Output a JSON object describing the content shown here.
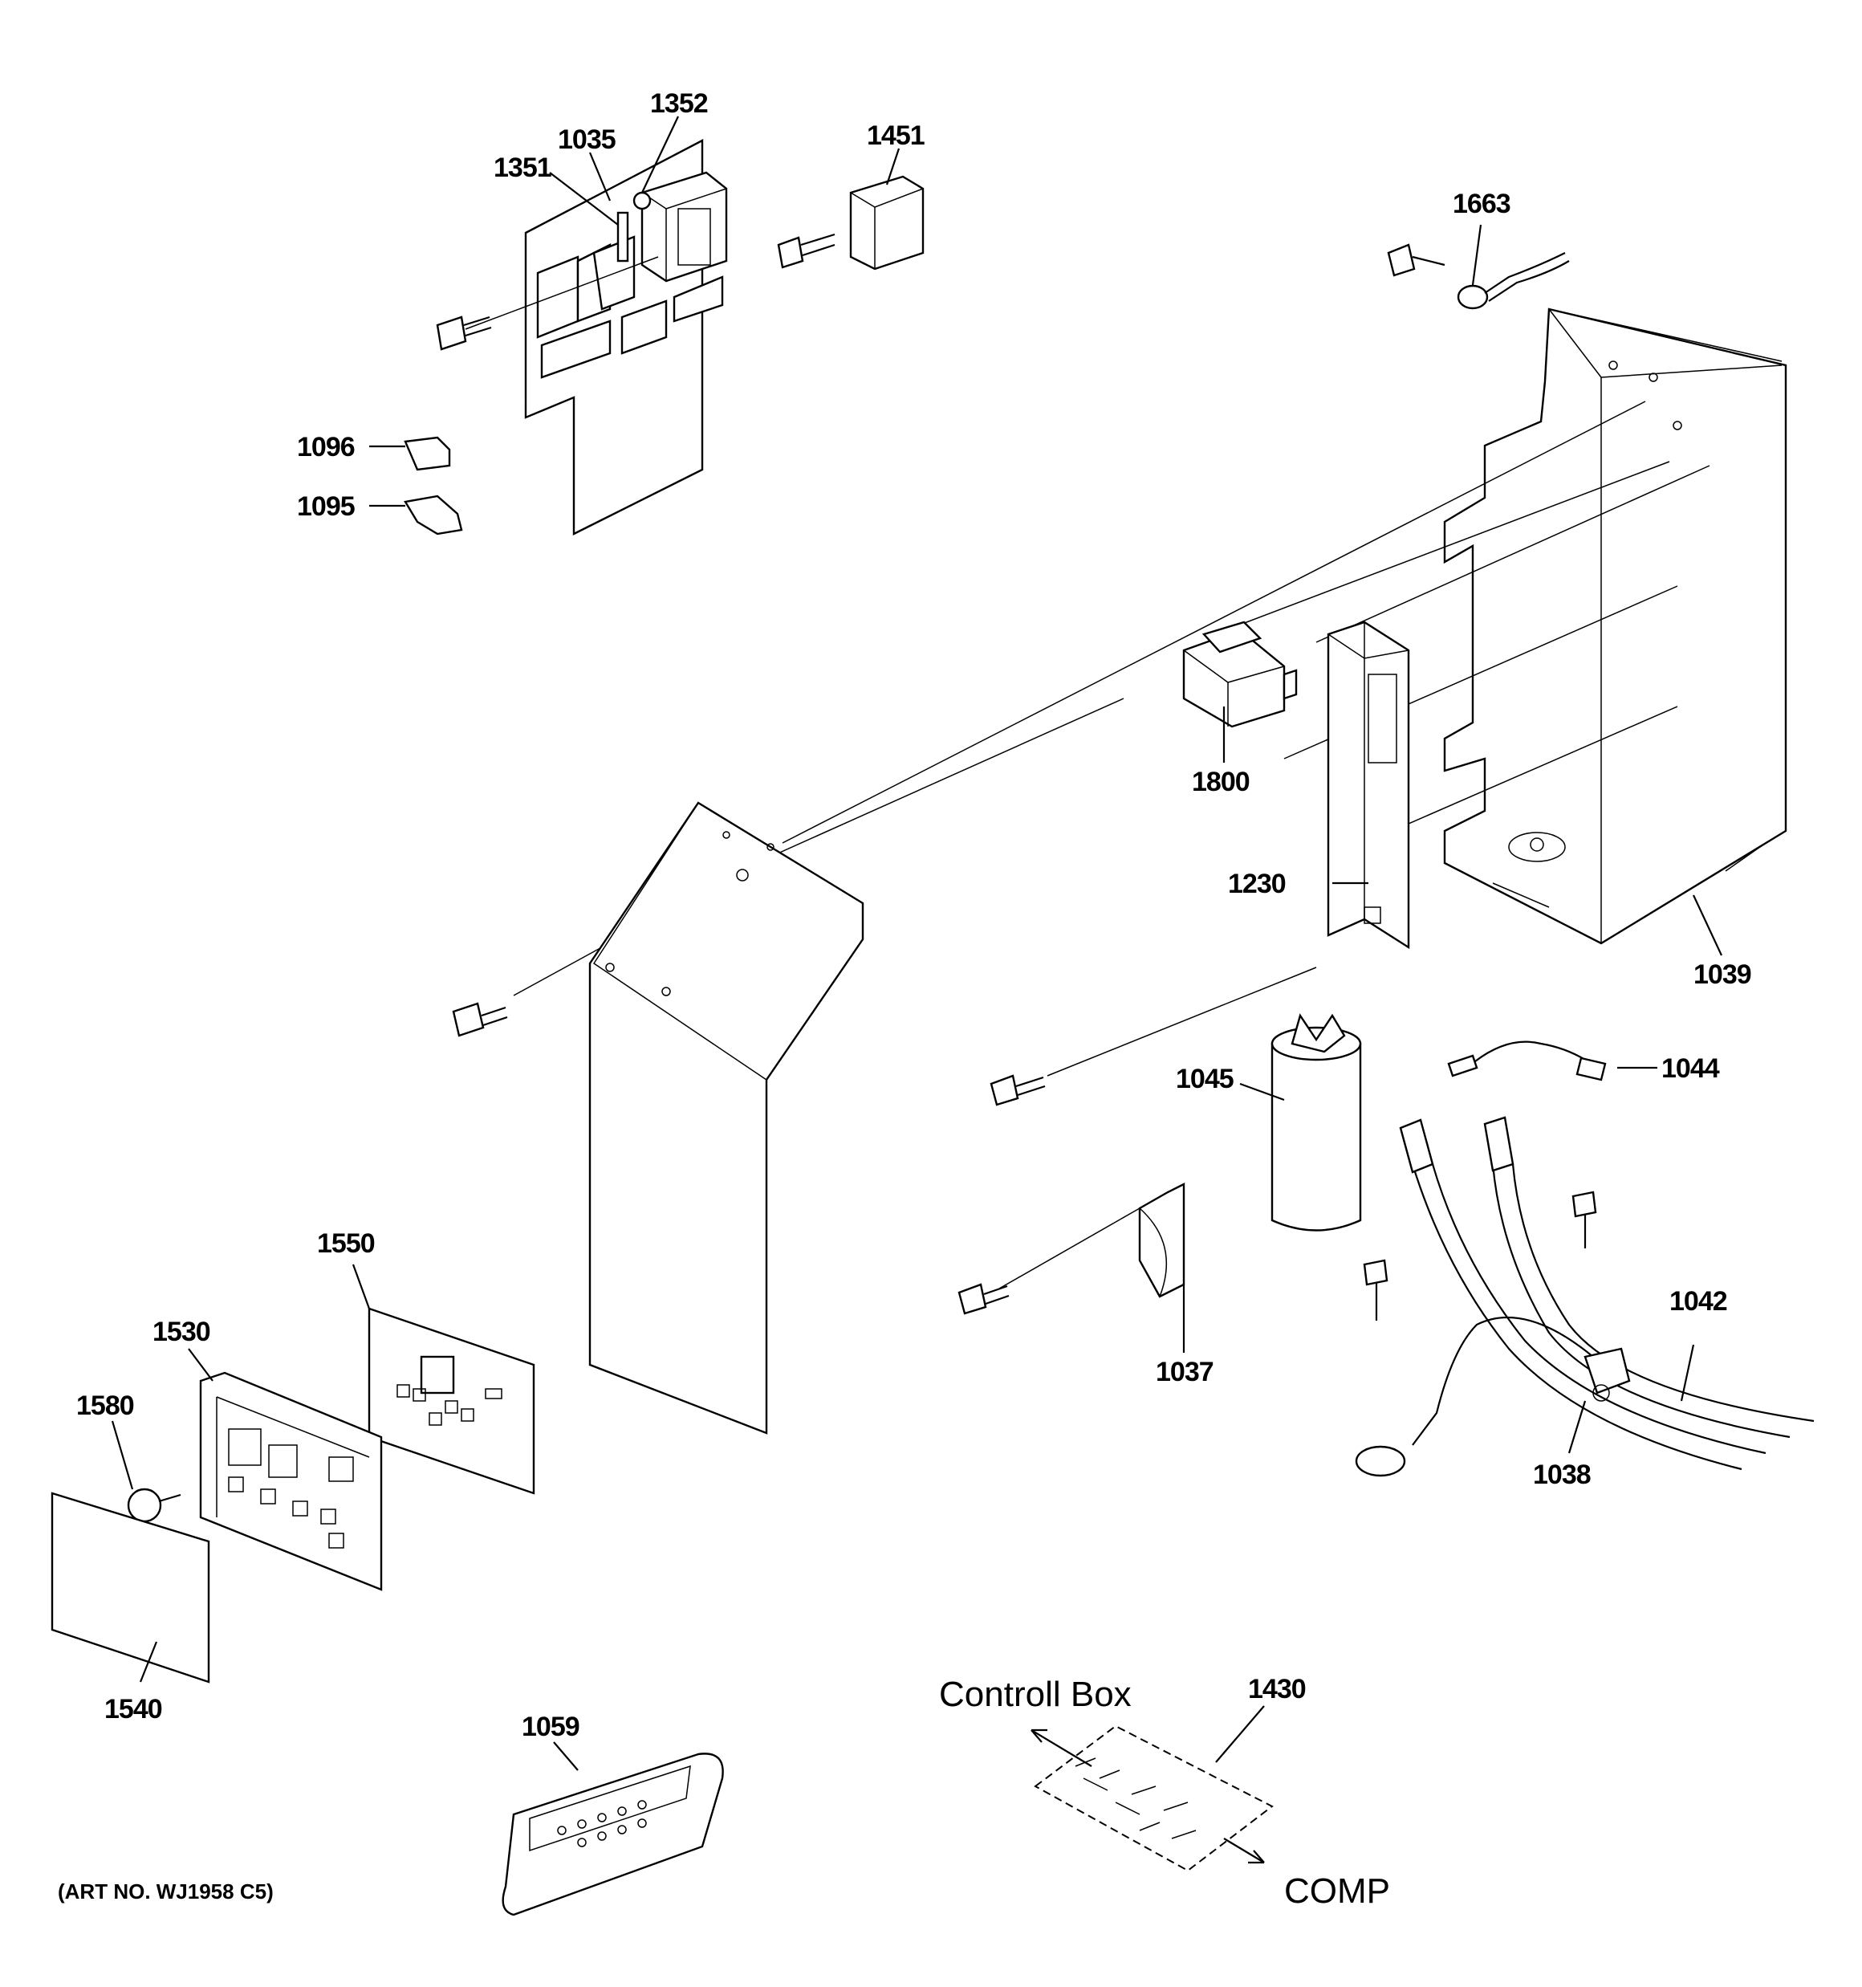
{
  "diagram": {
    "part_numbers": [
      "1352",
      "1035",
      "1351",
      "1451",
      "1663",
      "1096",
      "1095",
      "1800",
      "1230",
      "1039",
      "1045",
      "1044",
      "1550",
      "1530",
      "1580",
      "1037",
      "1042",
      "1038",
      "1540",
      "1059",
      "1430"
    ],
    "direction_labels": {
      "control_box": "Controll Box",
      "comp": "COMP"
    },
    "art_number": "(ART NO. WJ1958 C5)"
  }
}
